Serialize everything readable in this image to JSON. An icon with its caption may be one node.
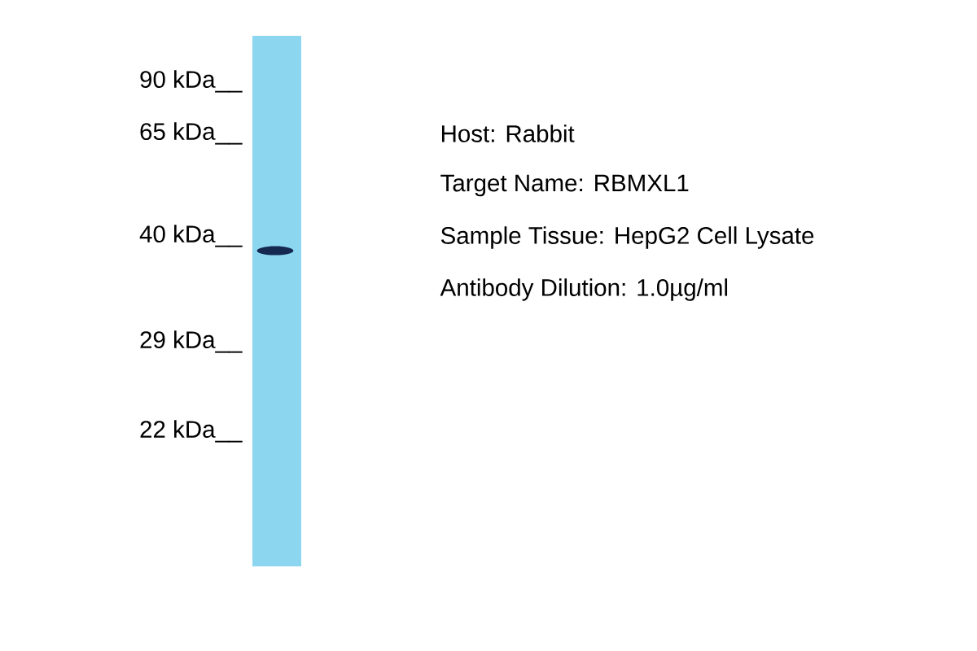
{
  "diagram": {
    "labels": [
      "90 kDa__",
      "65 kDa__",
      "40 kDa__",
      "29 kDa__",
      "22 kDa__",
      "Host: Rabbit",
      "Target Name: RBMXL1",
      "Sample Tissue: HepG2 Cell Lysate",
      "Antibody Dilution: 1.0µg/ml"
    ]
  }
}
